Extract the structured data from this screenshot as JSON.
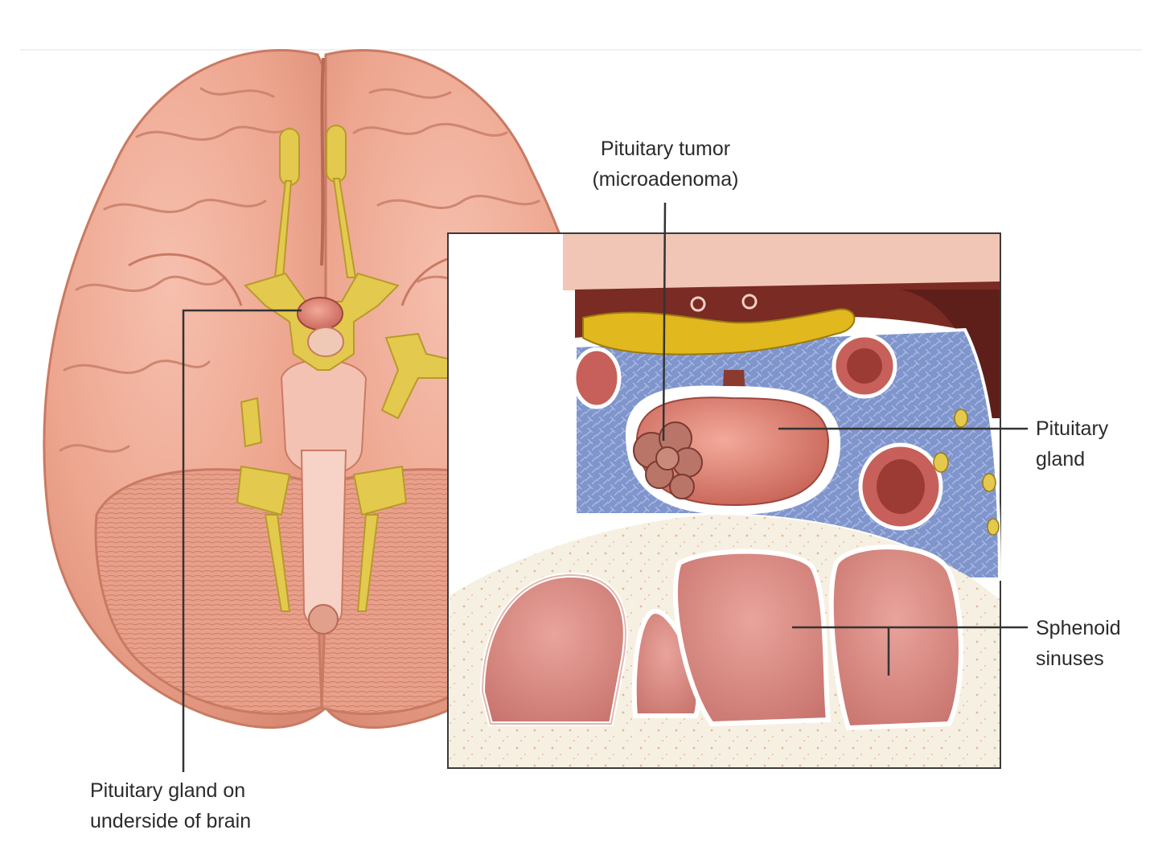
{
  "labels": {
    "tumor": {
      "line1": "Pituitary tumor",
      "line2": "(microadenoma)"
    },
    "gland": {
      "line1": "Pituitary",
      "line2": "gland"
    },
    "sinuses": {
      "line1": "Sphenoid",
      "line2": "sinuses"
    },
    "underside": {
      "line1": "Pituitary gland on",
      "line2": "underside of brain"
    }
  },
  "colors": {
    "brain": "#eda58e",
    "brain_shadow": "#d98a74",
    "nerve": "#e3c94d",
    "gland": "#cf6a5e",
    "tumor": "#b86b5e",
    "bone": "#f5efe0",
    "sinus": "#d8867e",
    "blue_tissue": "#6f86c2",
    "leader_line": "#333333"
  }
}
